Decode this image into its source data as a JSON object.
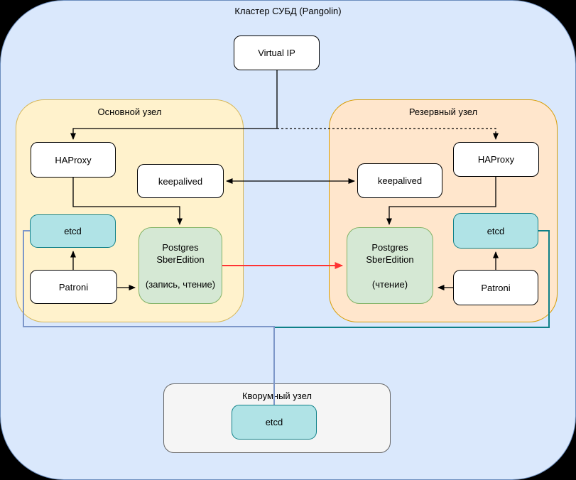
{
  "diagram": {
    "title": "Кластер СУБД (Pangolin)",
    "virtual_ip": {
      "label": "Virtual IP"
    },
    "primary_node": {
      "title": "Основной узел",
      "haproxy": "HAProxy",
      "keepalived": "keepalived",
      "etcd": "etcd",
      "patroni": "Patroni",
      "postgres_line1": "Postgres",
      "postgres_line2": "SberEdition",
      "postgres_mode": "(запись, чтение)"
    },
    "standby_node": {
      "title": "Резервный узел",
      "haproxy": "HAProxy",
      "keepalived": "keepalived",
      "etcd": "etcd",
      "patroni": "Patroni",
      "postgres_line1": "Postgres",
      "postgres_line2": "SberEdition",
      "postgres_mode": "(чтение)"
    },
    "quorum_node": {
      "title": "Кворумный узел",
      "etcd": "etcd"
    },
    "colors": {
      "canvas_bg": "#dae8fc",
      "cluster_border": "#6c8ebf",
      "primary_fill": "#fff2cc",
      "primary_border": "#d6b656",
      "standby_fill": "#ffe6cc",
      "standby_border": "#d79b00",
      "quorum_fill": "#f5f5f5",
      "quorum_border": "#666666",
      "etcd_fill": "#b0e3e6",
      "etcd_border": "#0e8088",
      "postgres_fill": "#d5e8d4",
      "postgres_border": "#82b366",
      "white_box_fill": "#ffffff",
      "white_box_border": "#000000",
      "connector": "#000000",
      "replication_arrow": "#ff3333",
      "etcd_link_primary": "#7d97c9",
      "etcd_link_standby": "#0e8088"
    }
  }
}
